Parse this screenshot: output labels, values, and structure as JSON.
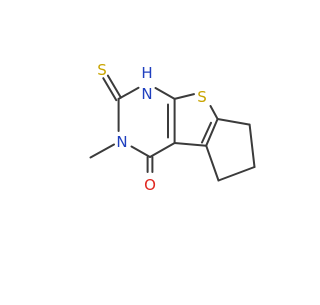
{
  "molecule": {
    "atom_labels": {
      "exocyclic_sulfur": "S",
      "ring_nitrogen_h": "H",
      "ring_nitrogen_nh": "N",
      "ring_nitrogen_methyl": "N",
      "thiophene_sulfur": "S",
      "carbonyl_oxygen": "O"
    },
    "colors": {
      "bond": "#3b3b3b",
      "sulfur": "#c8a400",
      "nitrogen": "#1f3fbf",
      "oxygen": "#e0261f"
    }
  }
}
